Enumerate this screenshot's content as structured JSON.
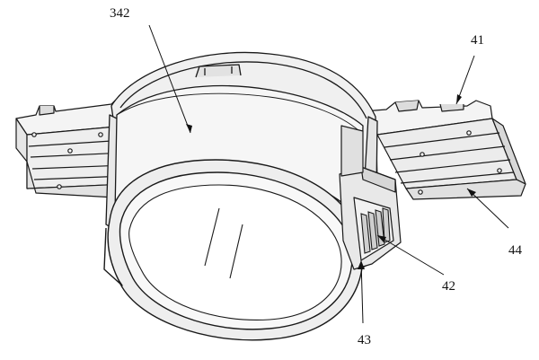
{
  "figure": {
    "labels": {
      "ref_342": "342",
      "ref_41": "41",
      "ref_44": "44",
      "ref_42": "42",
      "ref_43": "43"
    },
    "colors": {
      "line": "#1a1a1a",
      "fill_light": "#f4f4f4",
      "fill_mid": "#e6e6e6",
      "fill_shadow": "#cfcfcf",
      "background": "#ffffff"
    }
  }
}
